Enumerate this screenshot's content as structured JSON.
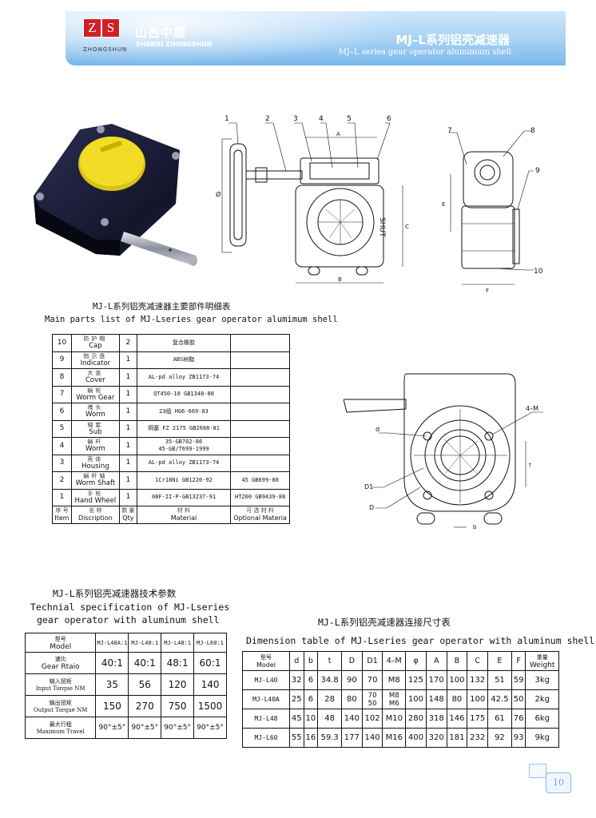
{
  "header": {
    "logo_letters": [
      "Z",
      "S"
    ],
    "logo_caption": "ZHONGSHUN",
    "company_cn": "山西中顺",
    "company_en": "SHANXI ZHONGSHUN",
    "title": "MJ–L系列铝壳减速器",
    "subtitle": "MJ–L series gear operator alumimum shell",
    "colors": {
      "band": "#7ab7ea",
      "logo_red": "#d11f26"
    }
  },
  "drawing_labels": {
    "front": [
      "1",
      "2",
      "3",
      "4",
      "5",
      "6",
      "A",
      "B",
      "C",
      "Ø",
      "SHUT"
    ],
    "side": [
      "7",
      "8",
      "9",
      "10",
      "E",
      "F"
    ],
    "flange": [
      "4–M",
      "d",
      "D1",
      "D",
      "t",
      "b"
    ]
  },
  "parts_table": {
    "title_cn": "MJ-L系列铝壳减速器主要部件明细表",
    "title_en": "Main parts list of MJ-Lseries gear operator alumimum shell",
    "rows": [
      {
        "no": "10",
        "cn": "防护帽",
        "en": "Cap",
        "qty": "2",
        "material": "复合橡胶",
        "optional": ""
      },
      {
        "no": "9",
        "cn": "指示盘",
        "en": "Indicator",
        "qty": "1",
        "material": "ABS树脂",
        "optional": ""
      },
      {
        "no": "8",
        "cn": "大盖",
        "en": "Cover",
        "qty": "1",
        "material": "AL-pd alloy ZB1173-74",
        "optional": ""
      },
      {
        "no": "7",
        "cn": "蜗轮",
        "en": "Worm Gear",
        "qty": "1",
        "material": "QT450-10 GB1348-88",
        "optional": ""
      },
      {
        "no": "6",
        "cn": "堵头",
        "en": "Worm",
        "qty": "1",
        "material": "23组 HG6-669-83",
        "optional": ""
      },
      {
        "no": "5",
        "cn": "轴套",
        "en": "Sub",
        "qty": "1",
        "material": "铜基 FZ 2175 GB2688-81",
        "optional": ""
      },
      {
        "no": "4",
        "cn": "蜗杆",
        "en": "Worm",
        "qty": "1",
        "material": "35-GB702-86\n45-GB/T699-1999",
        "optional": ""
      },
      {
        "no": "3",
        "cn": "壳体",
        "en": "Housing",
        "qty": "1",
        "material": "AL-pd alloy ZB1173-74",
        "optional": ""
      },
      {
        "no": "2",
        "cn": "蜗杆轴",
        "en": "Worm Shaft",
        "qty": "1",
        "material": "1Cr18Ni GB1220-92",
        "optional": "45 GB699-88"
      },
      {
        "no": "1",
        "cn": "手轮",
        "en": "Hand Wheel",
        "qty": "1",
        "material": "08F-II-P-GB13237-91",
        "optional": "HT200 GB9439-88"
      }
    ],
    "header": {
      "item_cn": "序 号",
      "item_en": "Item",
      "desc_cn": "名 称",
      "desc_en": "Discription",
      "qty_cn": "数 量",
      "qty_en": "Qty",
      "mat_cn": "材 料",
      "mat_en": "Material",
      "opt_cn": "可 选 材 料",
      "opt_en": "Optional Materia"
    }
  },
  "spec_table": {
    "title_cn": "MJ-L系列铝壳减速器技术参数",
    "title_en_1": "Technial specification of MJ-Lseries",
    "title_en_2": "gear operator with aluminum shell",
    "model_cn": "型号",
    "model_en": "Model",
    "models": [
      "MJ-L40A:1",
      "MJ-L40:1",
      "MJ-L48:1",
      "MJ-L60:1"
    ],
    "rows": [
      {
        "cn": "速比",
        "en": "Gear Rtaio",
        "values": [
          "40:1",
          "40:1",
          "48:1",
          "60:1"
        ]
      },
      {
        "cn": "输入扭矩",
        "en": "Input Torque NM",
        "values": [
          "35",
          "56",
          "120",
          "140"
        ]
      },
      {
        "cn": "输出扭矩",
        "en": "Output Torque NM",
        "values": [
          "150",
          "270",
          "750",
          "1500"
        ]
      },
      {
        "cn": "最大行程",
        "en": "Maximum Travel",
        "values": [
          "90°±5°",
          "90°±5°",
          "90°±5°",
          "90°±5°"
        ]
      }
    ]
  },
  "dim_table": {
    "title_cn": "MJ-L系列铝壳减速器连接尺寸表",
    "title_en": "Dimension table of MJ-Lseries gear operator with aluminum shell",
    "model_cn": "型号",
    "model_en": "Model",
    "weight_cn": "重量",
    "weight_en": "Weight",
    "columns": [
      "d",
      "b",
      "t",
      "D",
      "D1",
      "4–M",
      "φ",
      "A",
      "B",
      "C",
      "E",
      "F"
    ],
    "rows": [
      {
        "model": "MJ-L40",
        "values": [
          "32",
          "6",
          "34.8",
          "90",
          "70",
          "M8",
          "125",
          "170",
          "100",
          "132",
          "51",
          "59"
        ],
        "weight": "3kg"
      },
      {
        "model": "MJ-L40A",
        "values": [
          "25",
          "6",
          "28",
          "80",
          "70\n50",
          "M8\nM6",
          "100",
          "148",
          "80",
          "100",
          "42.5",
          "50"
        ],
        "weight": "2kg"
      },
      {
        "model": "MJ-L48",
        "values": [
          "45",
          "10",
          "48",
          "140",
          "102",
          "M10",
          "280",
          "318",
          "146",
          "175",
          "61",
          "76"
        ],
        "weight": "6kg"
      },
      {
        "model": "MJ-L60",
        "values": [
          "55",
          "16",
          "59.3",
          "177",
          "140",
          "M16",
          "400",
          "320",
          "181",
          "232",
          "92",
          "93"
        ],
        "weight": "9kg"
      }
    ]
  },
  "page_number": "10"
}
